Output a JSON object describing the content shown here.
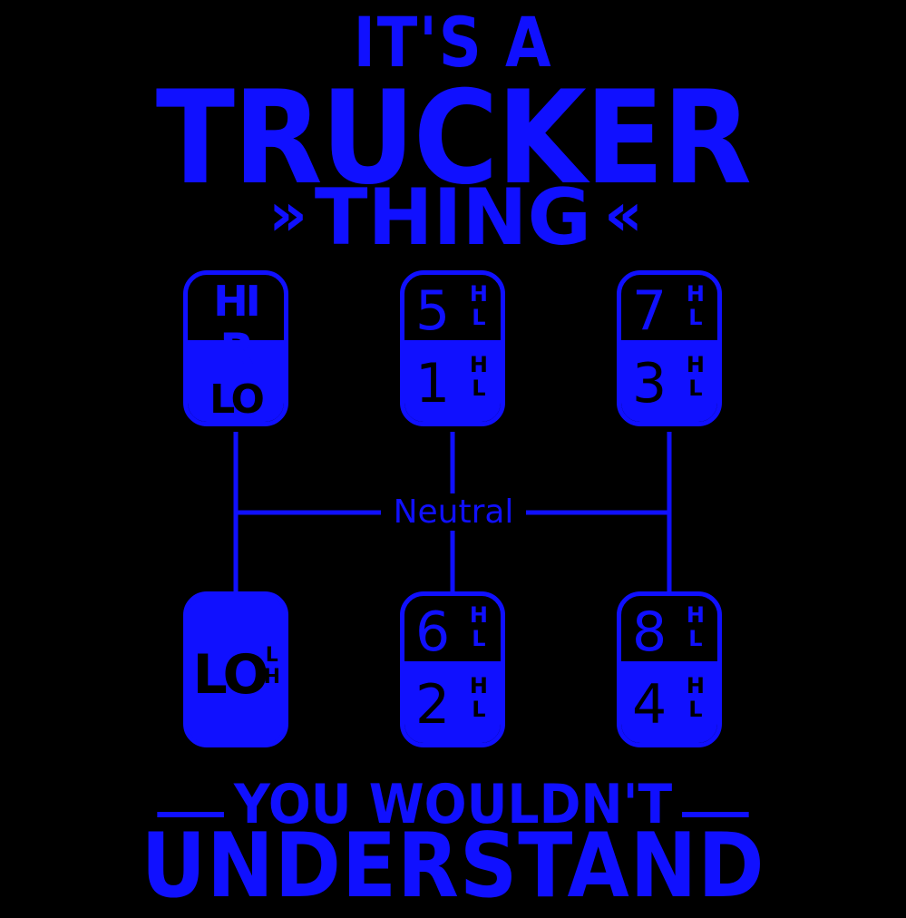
{
  "design": {
    "line1": "IT'S A",
    "line2": "TRUCKER",
    "line3_left_arrows": "»",
    "line3": "THING",
    "line3_right_arrows": "«",
    "line4": "YOU WOULDN'T",
    "line5": "UNDERSTAND",
    "neutral_label": "Neutral",
    "accent_color": "#1010ff",
    "background_color": "#000000"
  },
  "shift_pattern": {
    "range_knob": {
      "top_hi": "HI",
      "middle": "R",
      "bottom_lo": "LO"
    },
    "low_knob": {
      "label": "LO",
      "split": [
        "L",
        "H"
      ]
    },
    "gears": [
      {
        "top": "5",
        "bottom": "1",
        "split": [
          "H",
          "L"
        ]
      },
      {
        "top": "7",
        "bottom": "3",
        "split": [
          "H",
          "L"
        ]
      },
      {
        "top": "6",
        "bottom": "2",
        "split": [
          "H",
          "L"
        ]
      },
      {
        "top": "8",
        "bottom": "4",
        "split": [
          "H",
          "L"
        ]
      }
    ]
  }
}
